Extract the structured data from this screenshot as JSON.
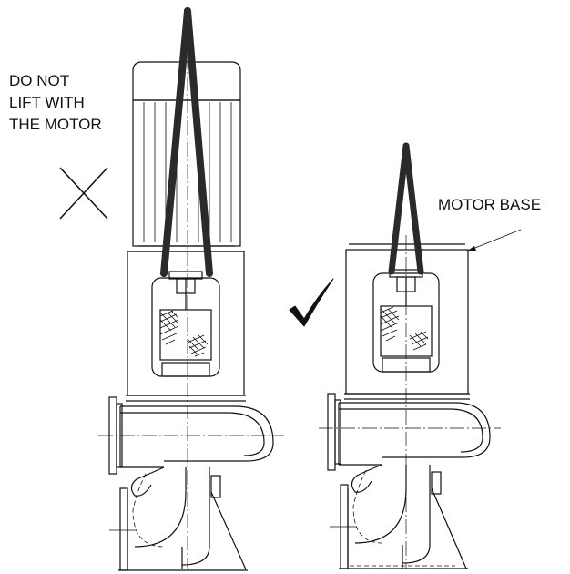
{
  "labels": {
    "warning_lines": [
      "DO NOT",
      "LIFT WITH",
      "THE MOTOR"
    ],
    "motor_base": "MOTOR BASE"
  },
  "marks": {
    "wrong": "cross-mark-icon",
    "right": "check-mark-icon"
  },
  "colors": {
    "line": "#111111",
    "sling": "#2a2a2a",
    "background": "#ffffff"
  }
}
